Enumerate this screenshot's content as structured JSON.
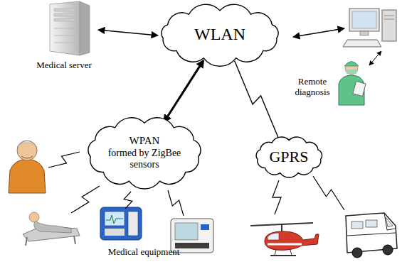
{
  "diagram": {
    "nodes": [
      {
        "text": [
          "WLAN"
        ]
      },
      {
        "text": [
          "WPAN",
          "formed by ZigBee sensors"
        ]
      },
      {
        "text": [
          "GPRS"
        ]
      }
    ],
    "edges": [
      {
        "from": 0,
        "to": 1,
        "arrow": "both"
      },
      {
        "from": 0,
        "to": 2,
        "arrow": "none"
      }
    ],
    "labels": [
      "Medical server",
      "Remote diagnosis",
      "Medical equipment"
    ]
  }
}
